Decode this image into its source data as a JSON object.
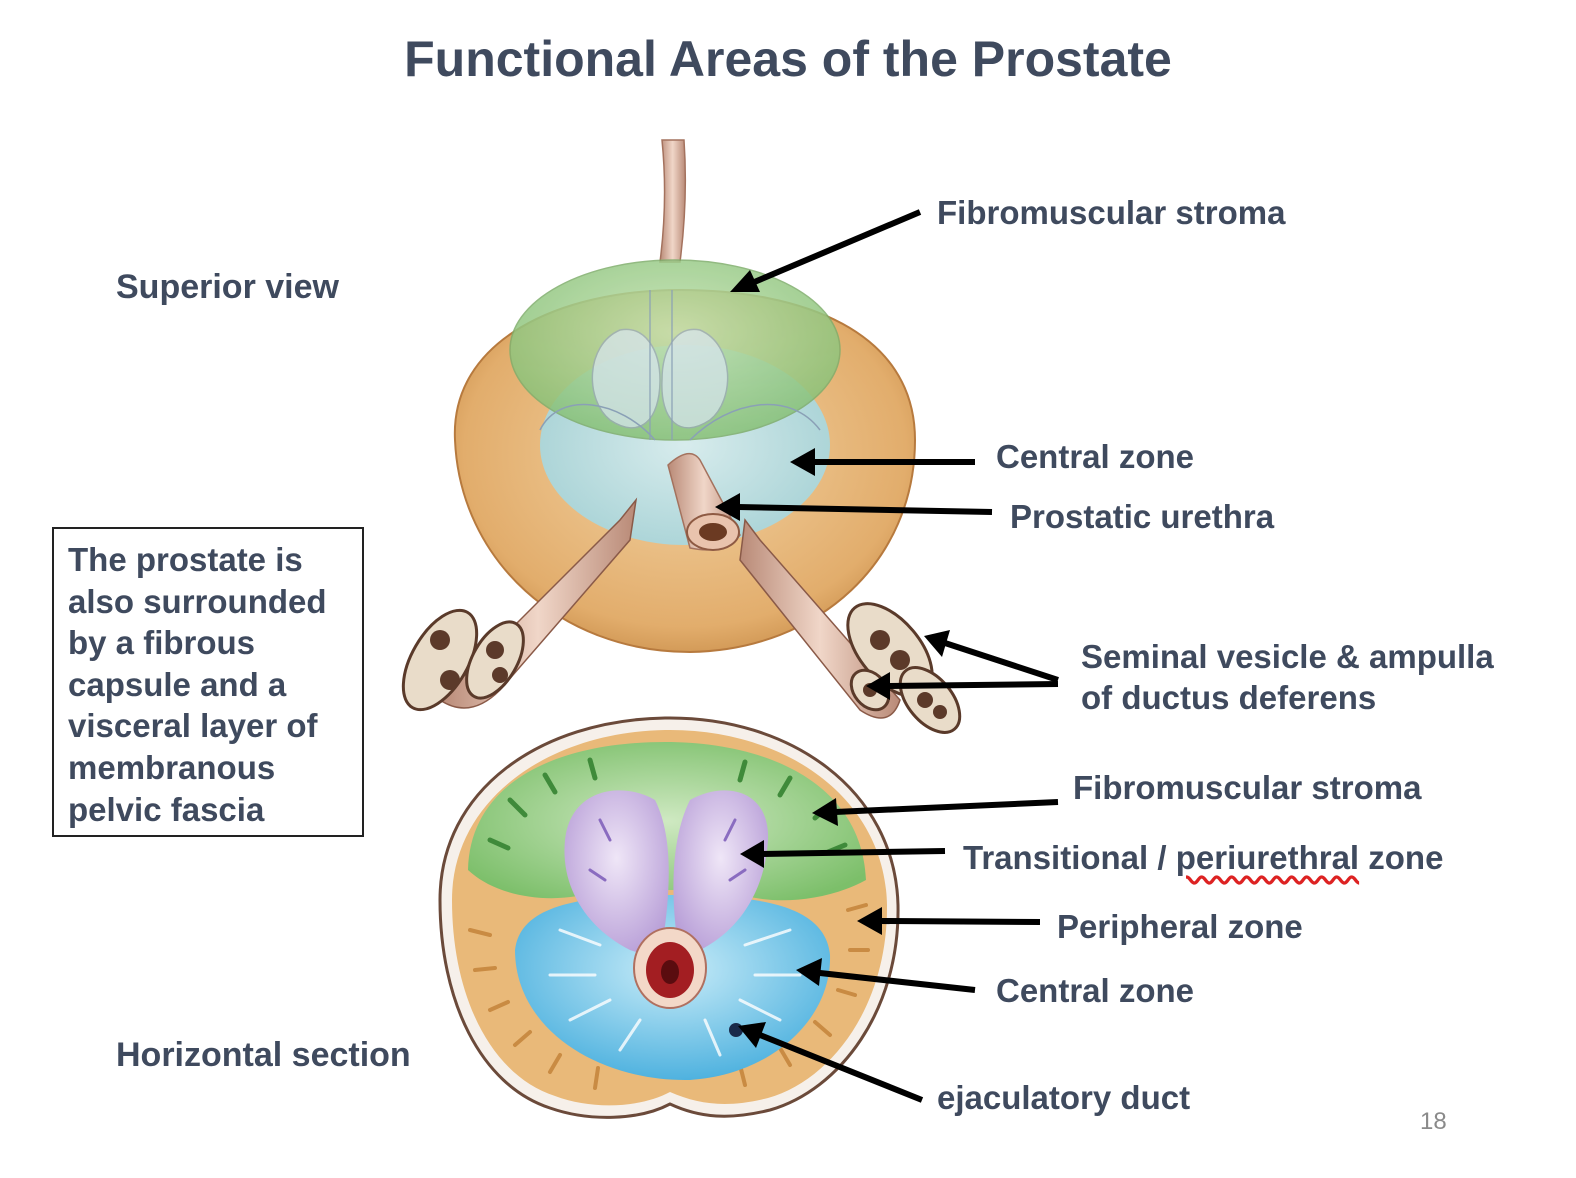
{
  "title": "Functional Areas of the Prostate",
  "views": {
    "superior": "Superior view",
    "horizontal": "Horizontal section"
  },
  "note_lines": [
    "The prostate is",
    "also surrounded",
    "by a fibrous",
    "capsule and a",
    "visceral layer of",
    "membranous",
    "pelvic fascia"
  ],
  "superior_labels": {
    "fibromuscular_stroma": "Fibromuscular stroma",
    "central_zone": "Central zone",
    "prostatic_urethra": "Prostatic urethra",
    "seminal_line1": "Seminal vesicle & ampulla",
    "seminal_line2": "of ductus deferens"
  },
  "section_labels": {
    "fibromuscular_stroma": "Fibromuscular stroma",
    "transitional_prefix": "Transitional / ",
    "transitional_flagged": "periurethral",
    "transitional_suffix": " zone",
    "peripheral_zone": "Peripheral zone",
    "central_zone": "Central zone",
    "ejaculatory_duct": "ejaculatory duct"
  },
  "page_number": "18",
  "colors": {
    "text": "#3f4a5e",
    "stroma_green": "#8fc57c",
    "central_blue": "#6fc2e4",
    "peripheral_tan": "#e8b878",
    "transitional_purple": "#c9b4e0",
    "urethra_red": "#a31e22"
  }
}
